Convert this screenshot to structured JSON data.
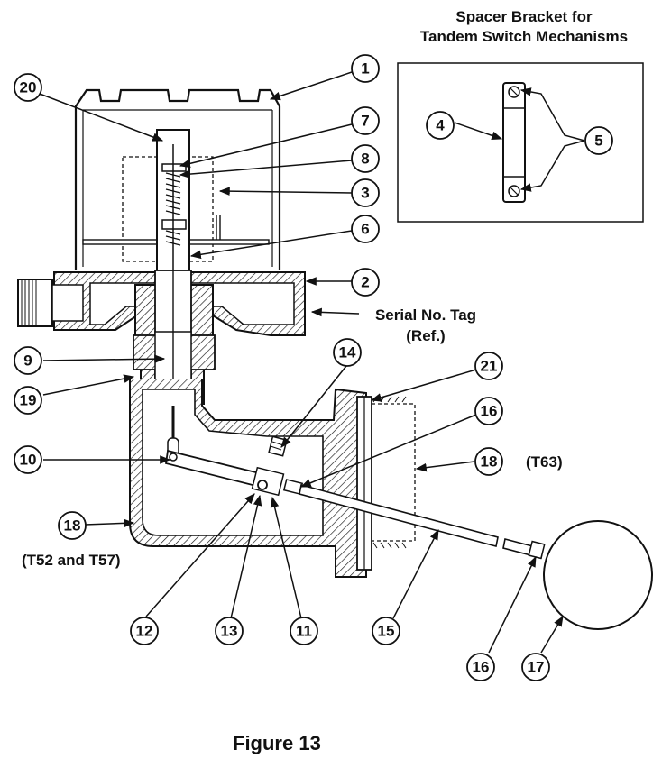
{
  "inset": {
    "title_line1": "Spacer Bracket for",
    "title_line2": "Tandem Switch Mechanisms"
  },
  "labels": {
    "serial_tag_line1": "Serial No. Tag",
    "serial_tag_line2": "(Ref.)",
    "t63": "(T63)",
    "t52_t57": "(T52 and T57)"
  },
  "caption": "Figure 13",
  "callouts": {
    "c1": "1",
    "c2": "2",
    "c3": "3",
    "c4": "4",
    "c5": "5",
    "c6": "6",
    "c7": "7",
    "c8": "8",
    "c9": "9",
    "c10": "10",
    "c11": "11",
    "c12": "12",
    "c13": "13",
    "c14": "14",
    "c15": "15",
    "c16a": "16",
    "c16b": "16",
    "c17": "17",
    "c18a": "18",
    "c18b": "18",
    "c19": "19",
    "c20": "20",
    "c21": "21"
  }
}
